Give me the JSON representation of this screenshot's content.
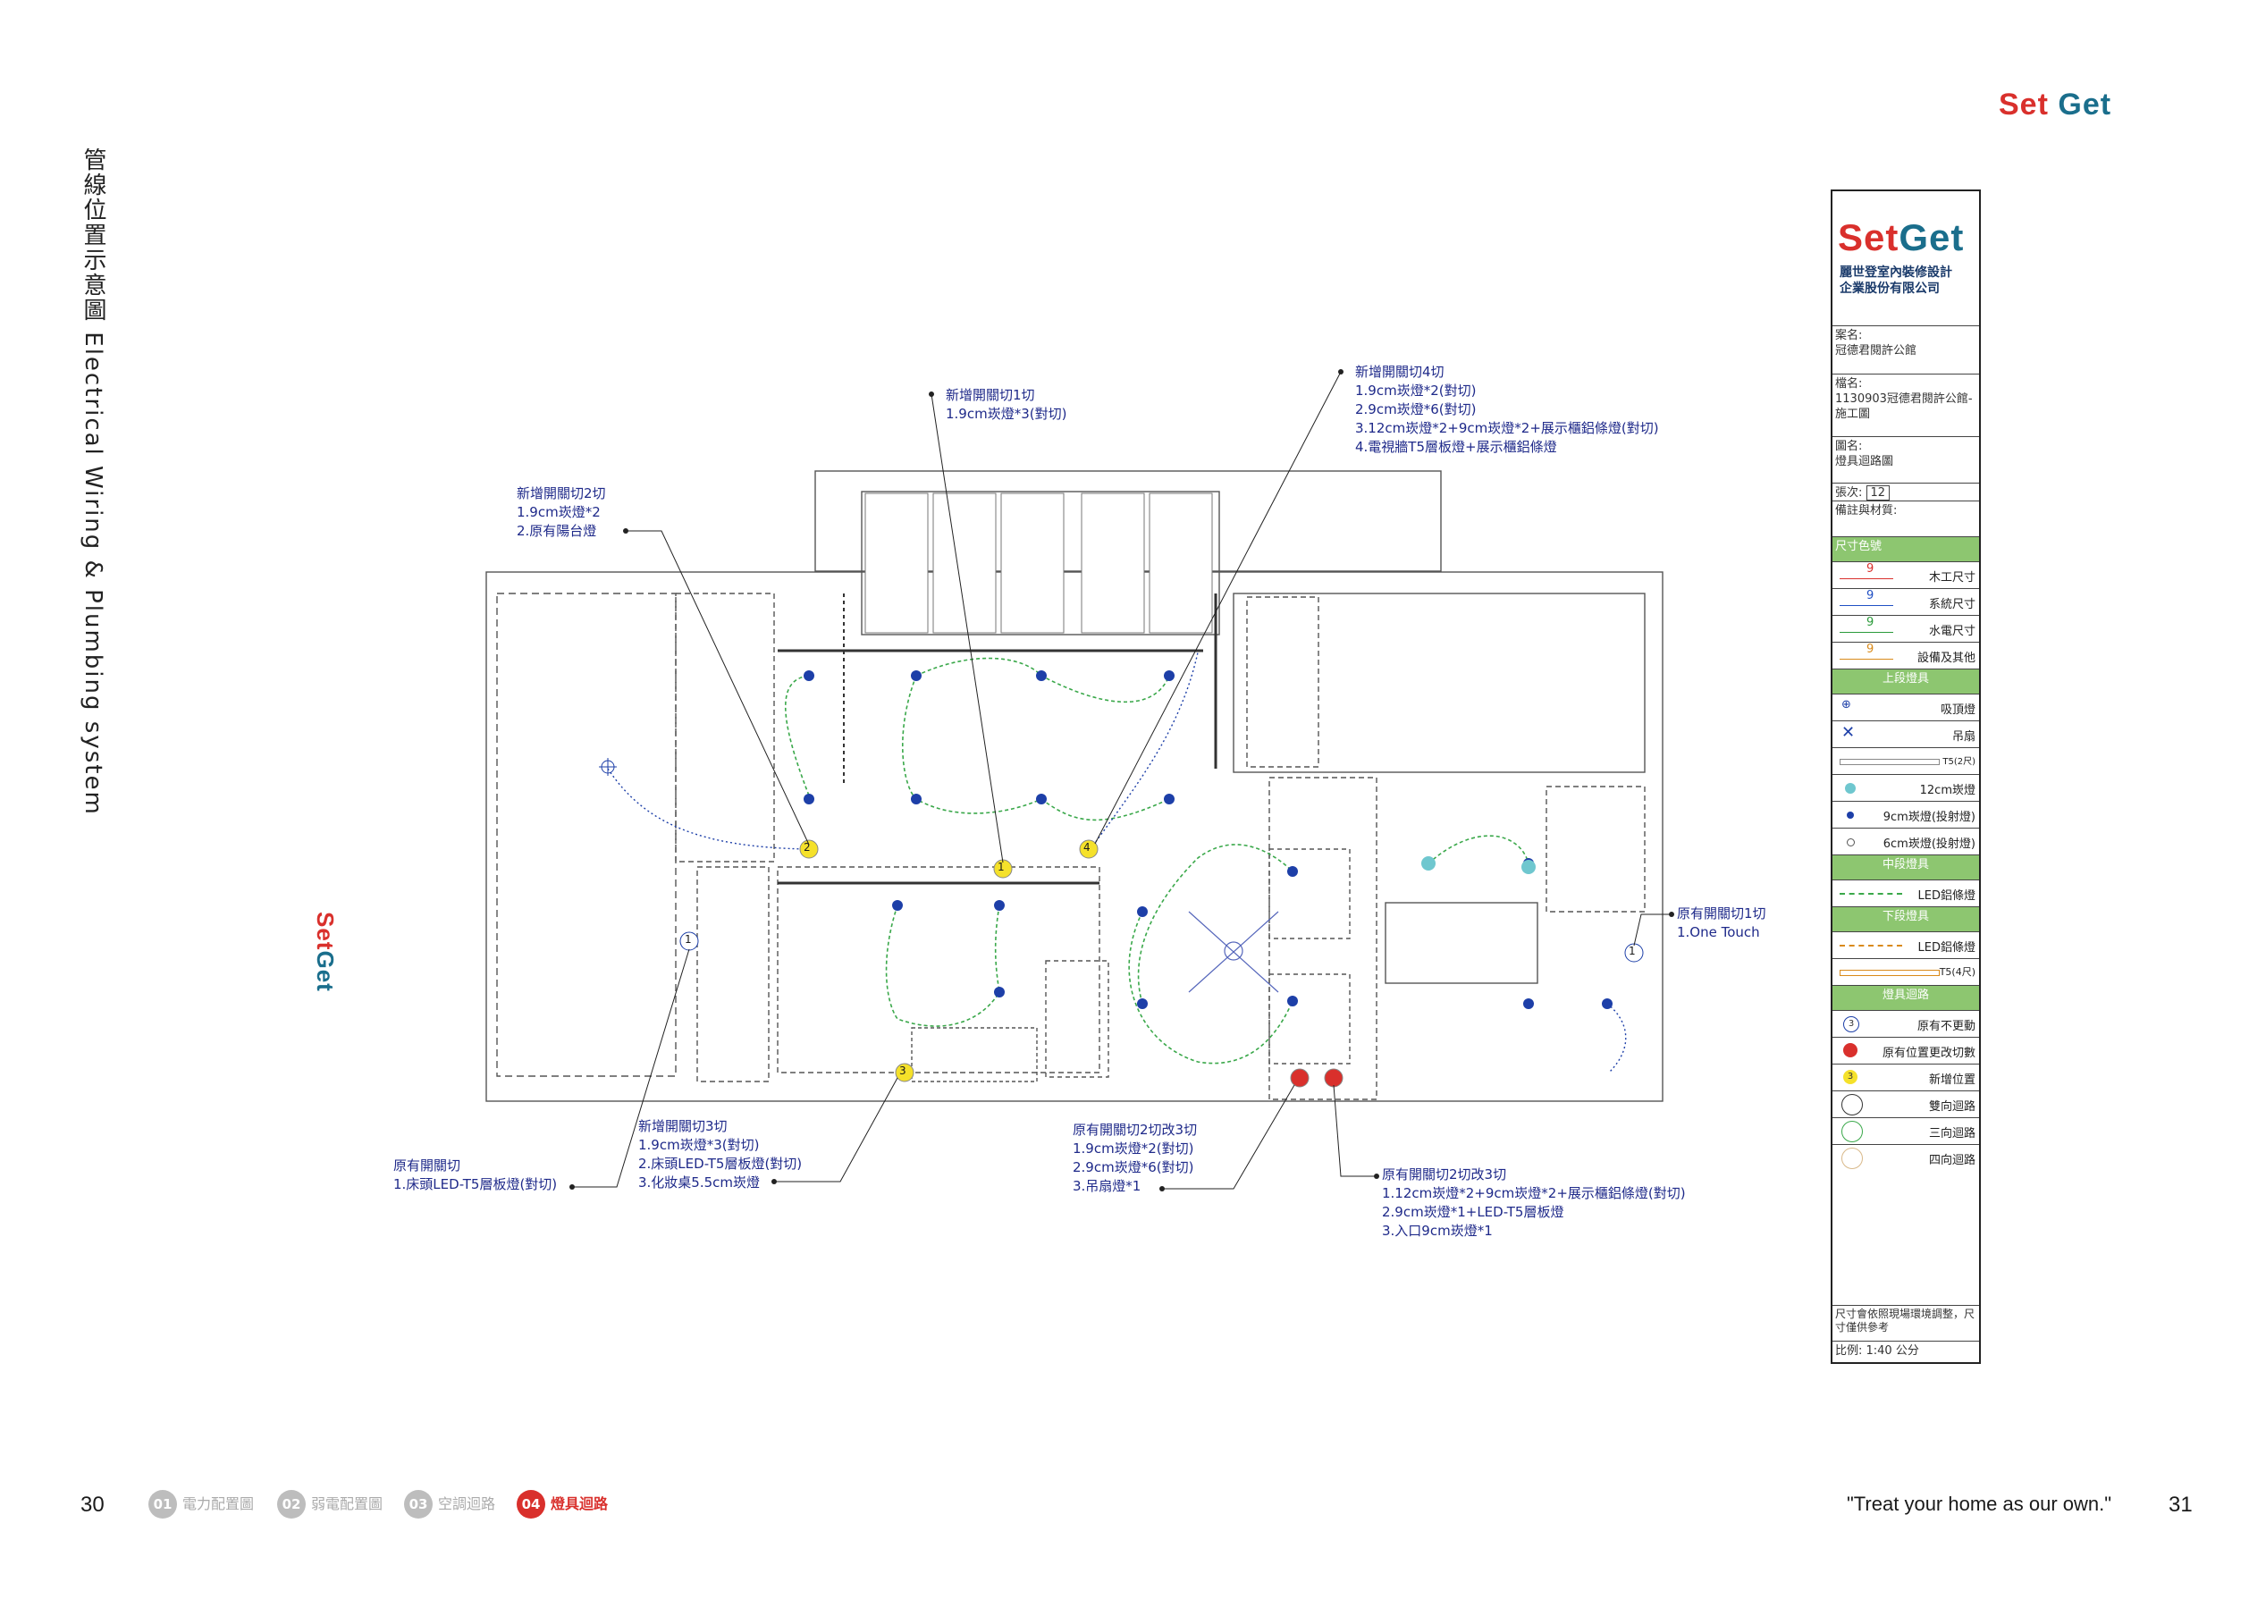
{
  "brand": {
    "set": "Set",
    "get": "Get"
  },
  "page_title": "管線位置示意圖  Electrical Wiring & Plumbing system",
  "annotations": {
    "a1": {
      "title": "新增開關切1切",
      "lines": [
        "1.9cm崁燈*3(對切)"
      ]
    },
    "a2": {
      "title": "新增開關切2切",
      "lines": [
        "1.9cm崁燈*2",
        "2.原有陽台燈"
      ]
    },
    "a3": {
      "title": "新增開關切4切",
      "lines": [
        "1.9cm崁燈*2(對切)",
        "2.9cm崁燈*6(對切)",
        "3.12cm崁燈*2+9cm崁燈*2+展示櫃鋁條燈(對切)",
        "4.電視牆T5層板燈+展示櫃鋁條燈"
      ]
    },
    "a4": {
      "title": "原有開關切1切",
      "lines": [
        "1.One Touch"
      ]
    },
    "a5": {
      "title": "新增開關切3切",
      "lines": [
        "1.9cm崁燈*3(對切)",
        "2.床頭LED-T5層板燈(對切)",
        "3.化妝桌5.5cm崁燈"
      ]
    },
    "a6": {
      "title": "原有開關切",
      "lines": [
        "1.床頭LED-T5層板燈(對切)"
      ]
    },
    "a7": {
      "title": "原有開關切2切改3切",
      "lines": [
        "1.9cm崁燈*2(對切)",
        "2.9cm崁燈*6(對切)",
        "3.吊扇燈*1"
      ]
    },
    "a8": {
      "title": "原有開關切2切改3切",
      "lines": [
        "1.12cm崁燈*2+9cm崁燈*2+展示櫃鋁條燈(對切)",
        "2.9cm崁燈*1+LED-T5層板燈",
        "3.入口9cm崁燈*1"
      ]
    }
  },
  "title_block": {
    "company_1": "麗世登室內裝修設計",
    "company_2": "企業股份有限公司",
    "case_label": "案名:",
    "case_value": "冠德君閱許公館",
    "file_label": "檔名:",
    "file_value": "1130903冠德君閱許公館-施工圖",
    "drawing_label": "圖名:",
    "drawing_value": "燈具迴路圖",
    "sheet_label": "張次:",
    "sheet_value": "12",
    "remark_label": "備註與材質:",
    "dim_header": "尺寸色號",
    "dims": [
      {
        "num": "9",
        "label": "木工尺寸",
        "color": "#d9302c"
      },
      {
        "num": "9",
        "label": "系統尺寸",
        "color": "#1f4fc4"
      },
      {
        "num": "9",
        "label": "水電尺寸",
        "color": "#2a9a3a"
      },
      {
        "num": "9",
        "label": "設備及其他",
        "color": "#d98a1a"
      }
    ],
    "upper_header": "上段燈具",
    "upper": [
      "吸頂燈",
      "吊扇",
      "T5(2尺)",
      "12cm崁燈",
      "9cm崁燈(投射燈)",
      "6cm崁燈(投射燈)"
    ],
    "middle_header": "中段燈具",
    "middle": [
      "LED鋁條燈"
    ],
    "lower_header": "下段燈具",
    "lower": [
      "LED鋁條燈",
      "T5(4尺)"
    ],
    "circuit_header": "燈具迴路",
    "circuit": [
      "原有不更動",
      "原有位置更改切數",
      "新增位置",
      "雙向迴路",
      "三向迴路",
      "四向迴路"
    ],
    "circuit_marker": "3",
    "note": "尺寸會依照現場環境調整，尺寸僅供參考",
    "scale": "比例: 1:40 公分"
  },
  "footer": {
    "page_left": "30",
    "page_right": "31",
    "tabs": [
      {
        "num": "01",
        "label": "電力配置圖"
      },
      {
        "num": "02",
        "label": "弱電配置圖"
      },
      {
        "num": "03",
        "label": "空調迴路"
      },
      {
        "num": "04",
        "label": "燈具迴路"
      }
    ],
    "quote": "\"Treat your home as our own.\""
  },
  "markers": [
    "2",
    "1",
    "4",
    "1",
    "3",
    "1"
  ],
  "colors": {
    "brand_red": "#d9302c",
    "brand_teal": "#1a6e8c",
    "annotation": "#1f2a8a",
    "circuit_green": "#3aa84a",
    "spot_blue": "#1d3fa8",
    "legend_green": "#8dc670"
  }
}
